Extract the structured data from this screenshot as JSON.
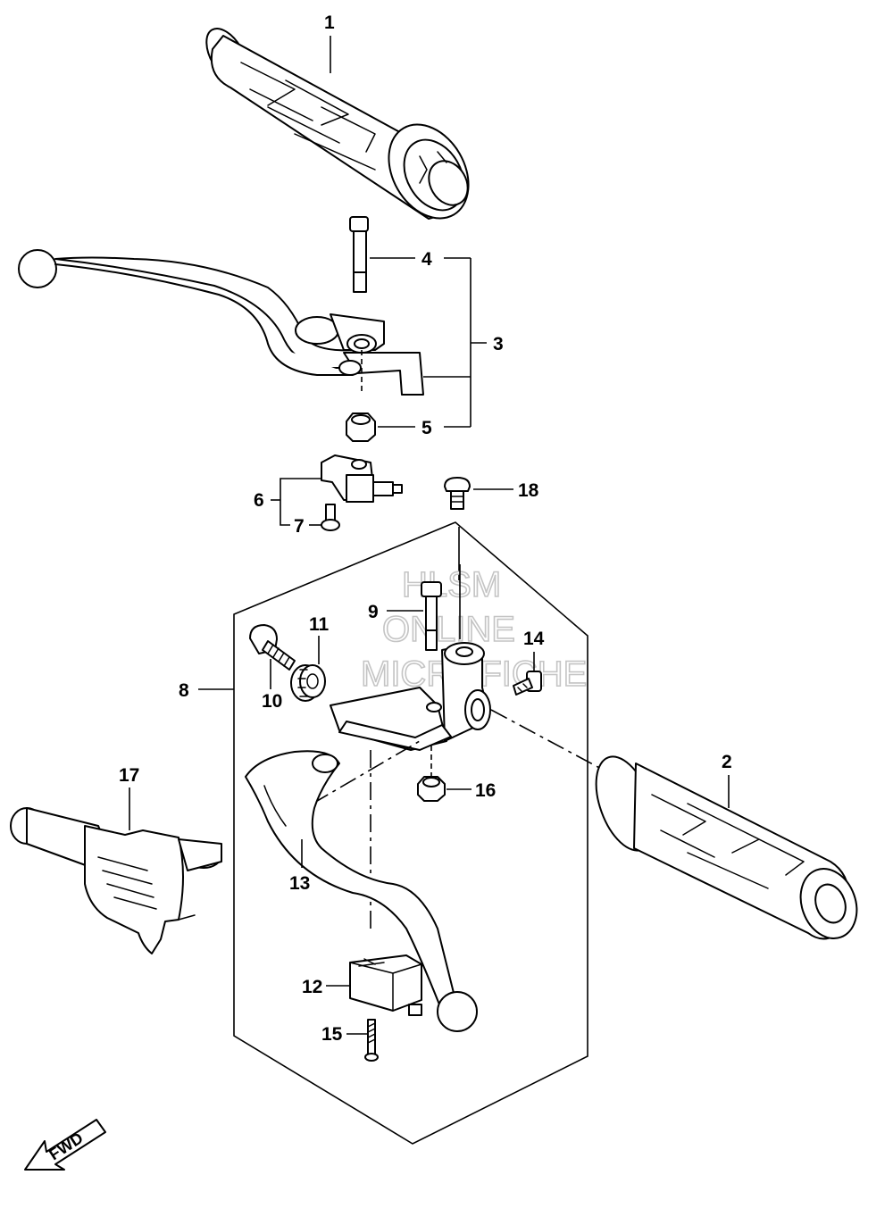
{
  "callouts": {
    "c1": "1",
    "c2": "2",
    "c3": "3",
    "c4": "4",
    "c5": "5",
    "c6": "6",
    "c7": "7",
    "c8": "8",
    "c9": "9",
    "c10": "10",
    "c11": "11",
    "c12": "12",
    "c13": "13",
    "c14": "14",
    "c15": "15",
    "c16": "16",
    "c17": "17",
    "c18": "18"
  },
  "watermark": {
    "line1": "HLSM",
    "line2": "ONLINE",
    "line3": "MICROFICHE"
  },
  "direction_arrow": {
    "label": "FWD",
    "icon": "fwd-arrow-icon"
  }
}
